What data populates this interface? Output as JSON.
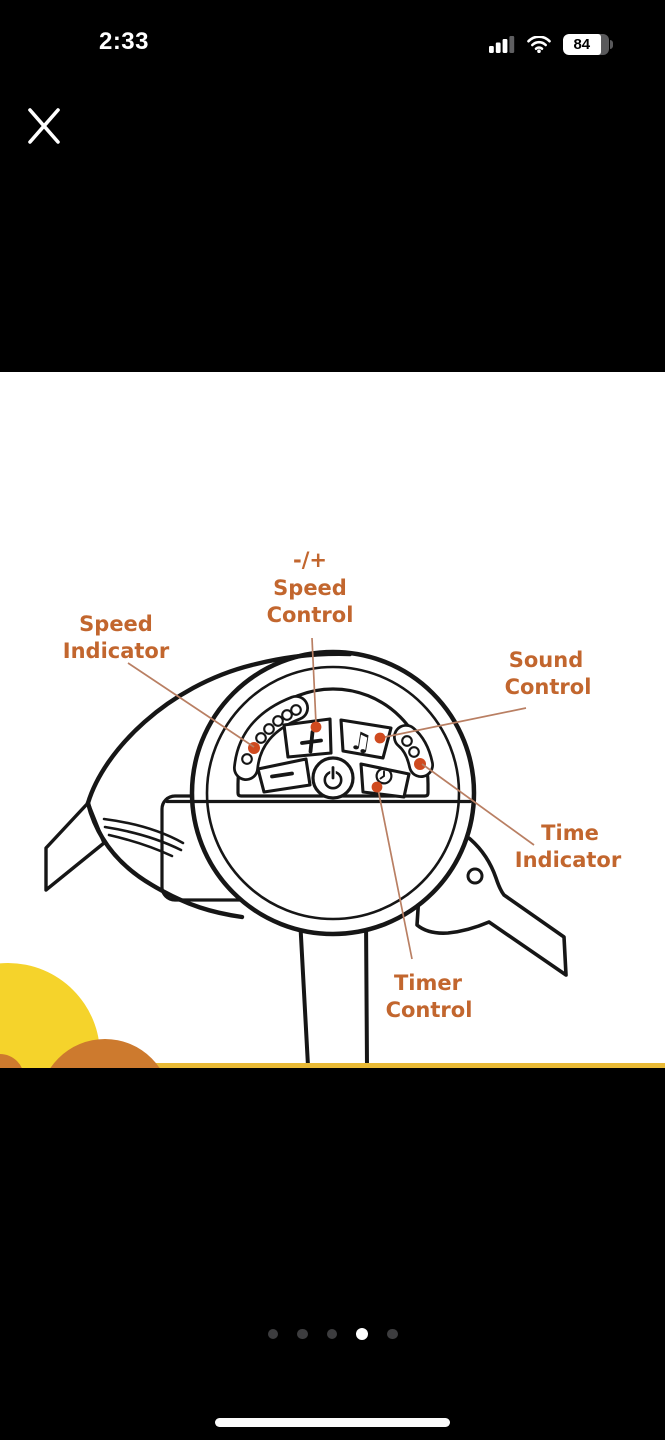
{
  "status_bar": {
    "time": "2:33",
    "battery_percent": "84"
  },
  "diagram": {
    "annotations": {
      "speed_control": {
        "lines": [
          "-/+",
          "Speed",
          "Control"
        ]
      },
      "speed_indicator": {
        "lines": [
          "Speed",
          "Indicator"
        ]
      },
      "sound_control": {
        "lines": [
          "Sound",
          "Control"
        ]
      },
      "time_indicator": {
        "lines": [
          "Time",
          "Indicator"
        ]
      },
      "timer_control": {
        "lines": [
          "Timer",
          "Control"
        ]
      }
    },
    "glyphs": {
      "music_note": "♫"
    }
  },
  "pagination": {
    "count": 5,
    "active_index": 3
  },
  "colors": {
    "page-bg": "#000000",
    "image-bg": "#ffffff",
    "ink": "#161616",
    "label": "#c2662e",
    "leader": "#b97f63",
    "dot": "#cf4a1f",
    "yellow": "#f5d32b",
    "orange": "#cd7a2e",
    "gold": "#e9ba36",
    "inactive-dot": "#3d3d3f"
  }
}
